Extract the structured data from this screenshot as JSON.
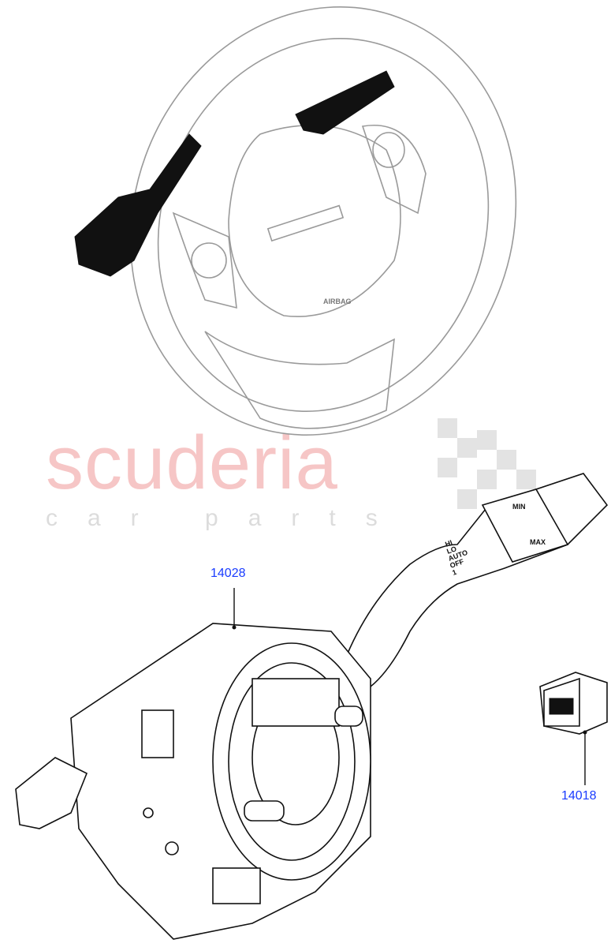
{
  "watermark": {
    "brand": "scuderia",
    "tagline": "car parts",
    "brand_color": "#f6c6c6"
  },
  "callouts": [
    {
      "id": "14028",
      "label": "14028"
    },
    {
      "id": "14018",
      "label": "14018"
    }
  ],
  "part_markings": {
    "wiper_min": "MIN",
    "wiper_max": "MAX",
    "light_hi": "HI",
    "light_lo": "LO",
    "light_auto": "AUTO",
    "light_off": "OFF",
    "light_1": "1",
    "airbag": "AIRBAG"
  },
  "colors": {
    "callout": "#1a3cff",
    "wheel_line": "#9a9a9a",
    "part_line": "#111111"
  }
}
